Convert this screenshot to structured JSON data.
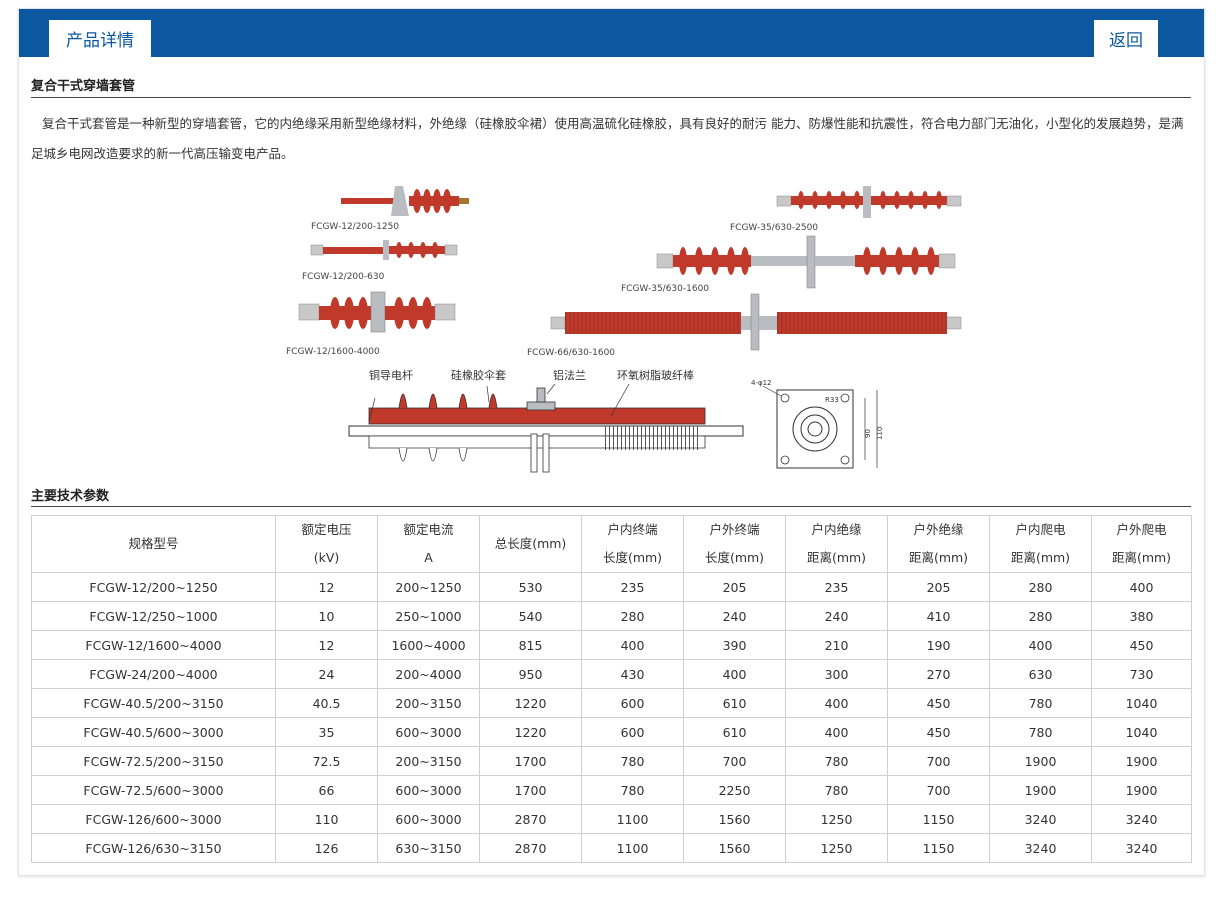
{
  "header": {
    "tab_label": "产品详情",
    "back_label": "返回"
  },
  "product": {
    "title": "复合干式穿墙套管",
    "description": "复合干式套管是一种新型的穿墙套管，它的内绝缘采用新型绝缘材料，外绝缘（硅橡胶伞裙）使用高温硫化硅橡胶，具有良好的耐污 能力、防爆性能和抗震性，符合电力部门无油化，小型化的发展趋势，是满足城乡电网改造要求的新一代高压输变电产品。"
  },
  "figure": {
    "models": [
      "FCGW-12/200-1250",
      "FCGW-12/200-630",
      "FCGW-12/1600-4000",
      "FCGW-35/630-2500",
      "FCGW-35/630-1600",
      "FCGW-66/630-1600"
    ],
    "parts": [
      "铜导电杆",
      "硅橡胶伞套",
      "铝法兰",
      "环氧树脂玻纤棒"
    ],
    "dims": {
      "holes": "4-φ12",
      "radius": "R33",
      "inner": "90",
      "outer": "110"
    },
    "colors": {
      "rubber": "#c0392b",
      "rubber_dark": "#8e2b20",
      "metal": "#b9bcc0"
    }
  },
  "params": {
    "title": "主要技术参数",
    "headers": [
      [
        "规格型号"
      ],
      [
        "额定电压",
        "(kV)"
      ],
      [
        "额定电流",
        "A"
      ],
      [
        "总长度(mm)"
      ],
      [
        "户内终端",
        "长度(mm)"
      ],
      [
        "户外终端",
        "长度(mm)"
      ],
      [
        "户内绝缘",
        "距离(mm)"
      ],
      [
        "户外绝缘",
        "距离(mm)"
      ],
      [
        "户内爬电",
        "距离(mm)"
      ],
      [
        "户外爬电",
        "距离(mm)"
      ]
    ],
    "rows": [
      [
        "FCGW-12/200~1250",
        "12",
        "200~1250",
        "530",
        "235",
        "205",
        "235",
        "205",
        "280",
        "400"
      ],
      [
        "FCGW-12/250~1000",
        "10",
        "250~1000",
        "540",
        "280",
        "240",
        "240",
        "410",
        "280",
        "380"
      ],
      [
        "FCGW-12/1600~4000",
        "12",
        "1600~4000",
        "815",
        "400",
        "390",
        "210",
        "190",
        "400",
        "450"
      ],
      [
        "FCGW-24/200~4000",
        "24",
        "200~4000",
        "950",
        "430",
        "400",
        "300",
        "270",
        "630",
        "730"
      ],
      [
        "FCGW-40.5/200~3150",
        "40.5",
        "200~3150",
        "1220",
        "600",
        "610",
        "400",
        "450",
        "780",
        "1040"
      ],
      [
        "FCGW-40.5/600~3000",
        "35",
        "600~3000",
        "1220",
        "600",
        "610",
        "400",
        "450",
        "780",
        "1040"
      ],
      [
        "FCGW-72.5/200~3150",
        "72.5",
        "200~3150",
        "1700",
        "780",
        "700",
        "780",
        "700",
        "1900",
        "1900"
      ],
      [
        "FCGW-72.5/600~3000",
        "66",
        "600~3000",
        "1700",
        "780",
        "2250",
        "780",
        "700",
        "1900",
        "1900"
      ],
      [
        "FCGW-126/600~3000",
        "110",
        "600~3000",
        "2870",
        "1100",
        "1560",
        "1250",
        "1150",
        "3240",
        "3240"
      ],
      [
        "FCGW-126/630~3150",
        "126",
        "630~3150",
        "2870",
        "1100",
        "1560",
        "1250",
        "1150",
        "3240",
        "3240"
      ]
    ]
  },
  "colors": {
    "brand": "#0c58a0"
  }
}
